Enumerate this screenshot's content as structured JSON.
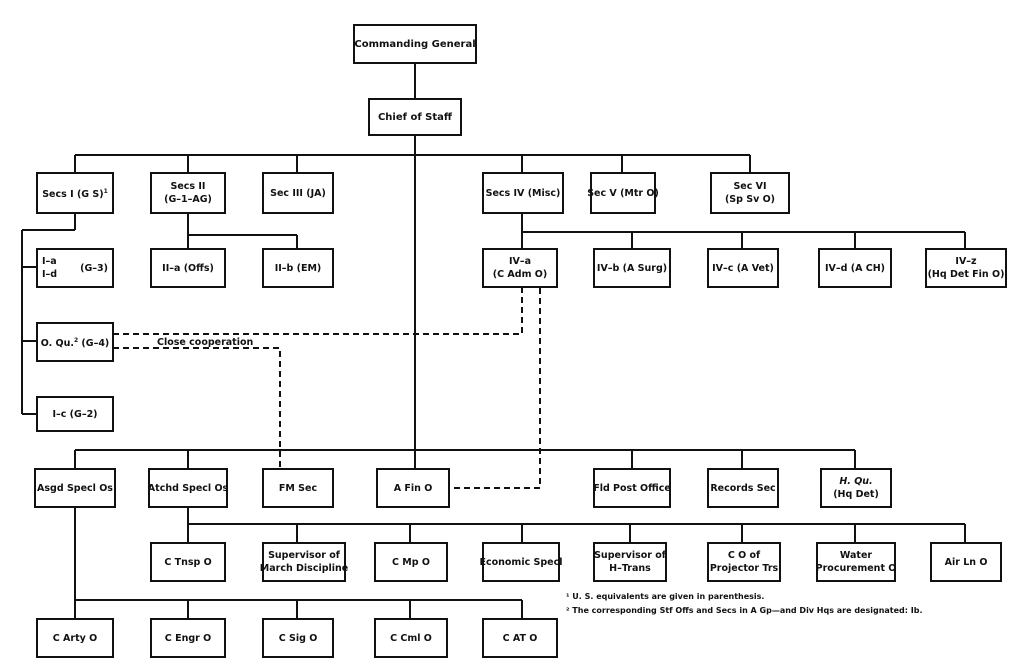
{
  "boxes": {
    "commanding_general": "Commanding General",
    "chief_of_staff": "Chief of Staff",
    "secs_1": {
      "line1": "Secs I (G S)",
      "mark": "1"
    },
    "secs_2": {
      "line1": "Secs II",
      "line2": "(G–1–AG)"
    },
    "sec_3": "Sec III (JA)",
    "secs_4": "Secs IV (Misc)",
    "sec_5": "Sec V (Mtr O)",
    "sec_6": {
      "line1": "Sec VI",
      "line2": "(Sp Sv O)"
    },
    "i_a_d": {
      "a": "I–a",
      "d": "I–d",
      "g": "(G–3)"
    },
    "ii_a": "II–a (Offs)",
    "ii_b": "II–b (EM)",
    "iv_a": {
      "line1": "IV–a",
      "line2": "(C Adm O)"
    },
    "iv_b": "IV–b (A Surg)",
    "iv_c": "IV–c (A Vet)",
    "iv_d": "IV–d (A CH)",
    "iv_z": {
      "line1": "IV–z",
      "line2": "(Hq Det Fin O)"
    },
    "o_qu": {
      "text": "O. Qu.",
      "mark": "2",
      "rest": " (G–4)"
    },
    "i_c": "I–c (G–2)",
    "asgd_specl": "Asgd Specl Os",
    "atchd_specl": "Atchd Specl Os",
    "fm_sec": "FM Sec",
    "a_fin": "A Fin O",
    "fld_post": "Fld Post Office",
    "records_sec": "Records Sec",
    "h_qu": {
      "line1": "H. Qu.",
      "line2": "(Hq Det)"
    },
    "c_tnsp": "C Tnsp O",
    "supervisor_march": {
      "line1": "Supervisor of",
      "line2": "March Discipline"
    },
    "c_mp": "C Mp O",
    "economic_specl": "Economic Specl",
    "supervisor_htrans": {
      "line1": "Supervisor of",
      "line2": "H–Trans"
    },
    "co_projector": {
      "line1": "C O of",
      "line2": "Projector Trs"
    },
    "water_procurement": {
      "line1": "Water",
      "line2": "Procurement O"
    },
    "air_ln": "Air Ln O",
    "c_arty": "C Arty O",
    "c_engr": "C Engr O",
    "c_sig": "C Sig O",
    "c_cml": "C Cml O",
    "c_at": "C AT O"
  },
  "labels": {
    "close_cooperation": "Close cooperation"
  },
  "footnotes": {
    "note1": "¹ U. S. equivalents are given in parenthesis.",
    "note2": "² The corresponding Stf Offs and Secs in A Gp—and Div Hqs are designated: Ib."
  }
}
